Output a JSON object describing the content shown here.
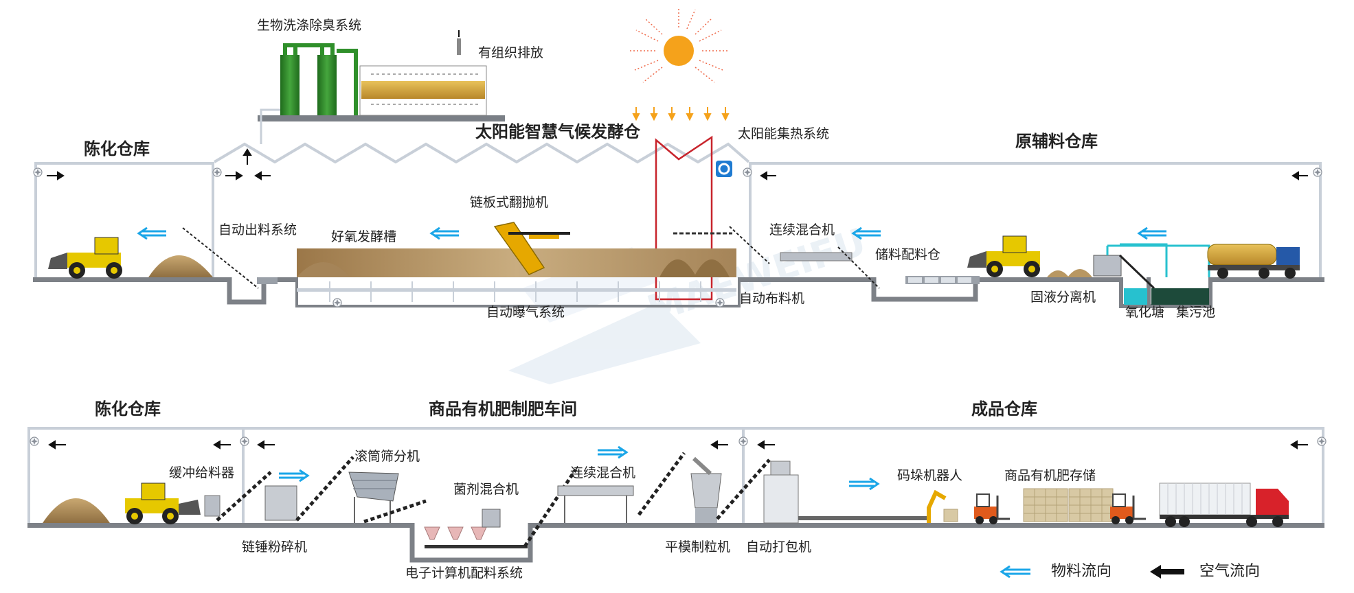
{
  "colors": {
    "material_arrow": "#1aa6e8",
    "air_arrow": "#111111",
    "wall": "#c8cfd8",
    "floor": "#7d8187",
    "pile": "#b89762",
    "loader_yellow": "#e6c800",
    "tower_green": "#2f8f2a",
    "sun": "#f5a21b",
    "solar_frame": "#c8242c",
    "pond_blue": "#27c1cf",
    "pond_dark": "#1d4a3a",
    "watermark": "#dbe6f0"
  },
  "top": {
    "warehouse_left": "陈化仓库",
    "fermentation_title": "太阳能智慧气候发酵仓",
    "warehouse_right": "原辅料仓库",
    "bio_scrubber": "生物洗涤除臭系统",
    "organized_emission": "有组织排放",
    "solar_heat": "太阳能集热系统",
    "auto_discharge": "自动出料系统",
    "aerobic_tank": "好氧发酵槽",
    "chain_turner": "链板式翻抛机",
    "auto_aeration": "自动曝气系统",
    "continuous_mixer": "连续混合机",
    "auto_distributor": "自动布料机",
    "storage_bin": "储料配料仓",
    "solid_liquid": "固液分离机",
    "oxidation_pond": "氧化塘",
    "sewage_pool": "集污池",
    "watermark_text": "MAEWEIFU"
  },
  "bottom": {
    "warehouse_left": "陈化仓库",
    "workshop_title": "商品有机肥制肥车间",
    "warehouse_right": "成品仓库",
    "buffer_feeder": "缓冲给料器",
    "drum_screen": "滚筒筛分机",
    "chain_crusher": "链锤粉碎机",
    "bacteria_mixer": "菌剂混合机",
    "continuous_mixer": "连续混合机",
    "computer_batching": "电子计算机配料系统",
    "flat_die": "平模制粒机",
    "auto_packing": "自动打包机",
    "palletizer": "码垛机器人",
    "fertilizer_storage": "商品有机肥存储"
  },
  "legend": {
    "material_flow": "物料流向",
    "air_flow": "空气流向"
  }
}
